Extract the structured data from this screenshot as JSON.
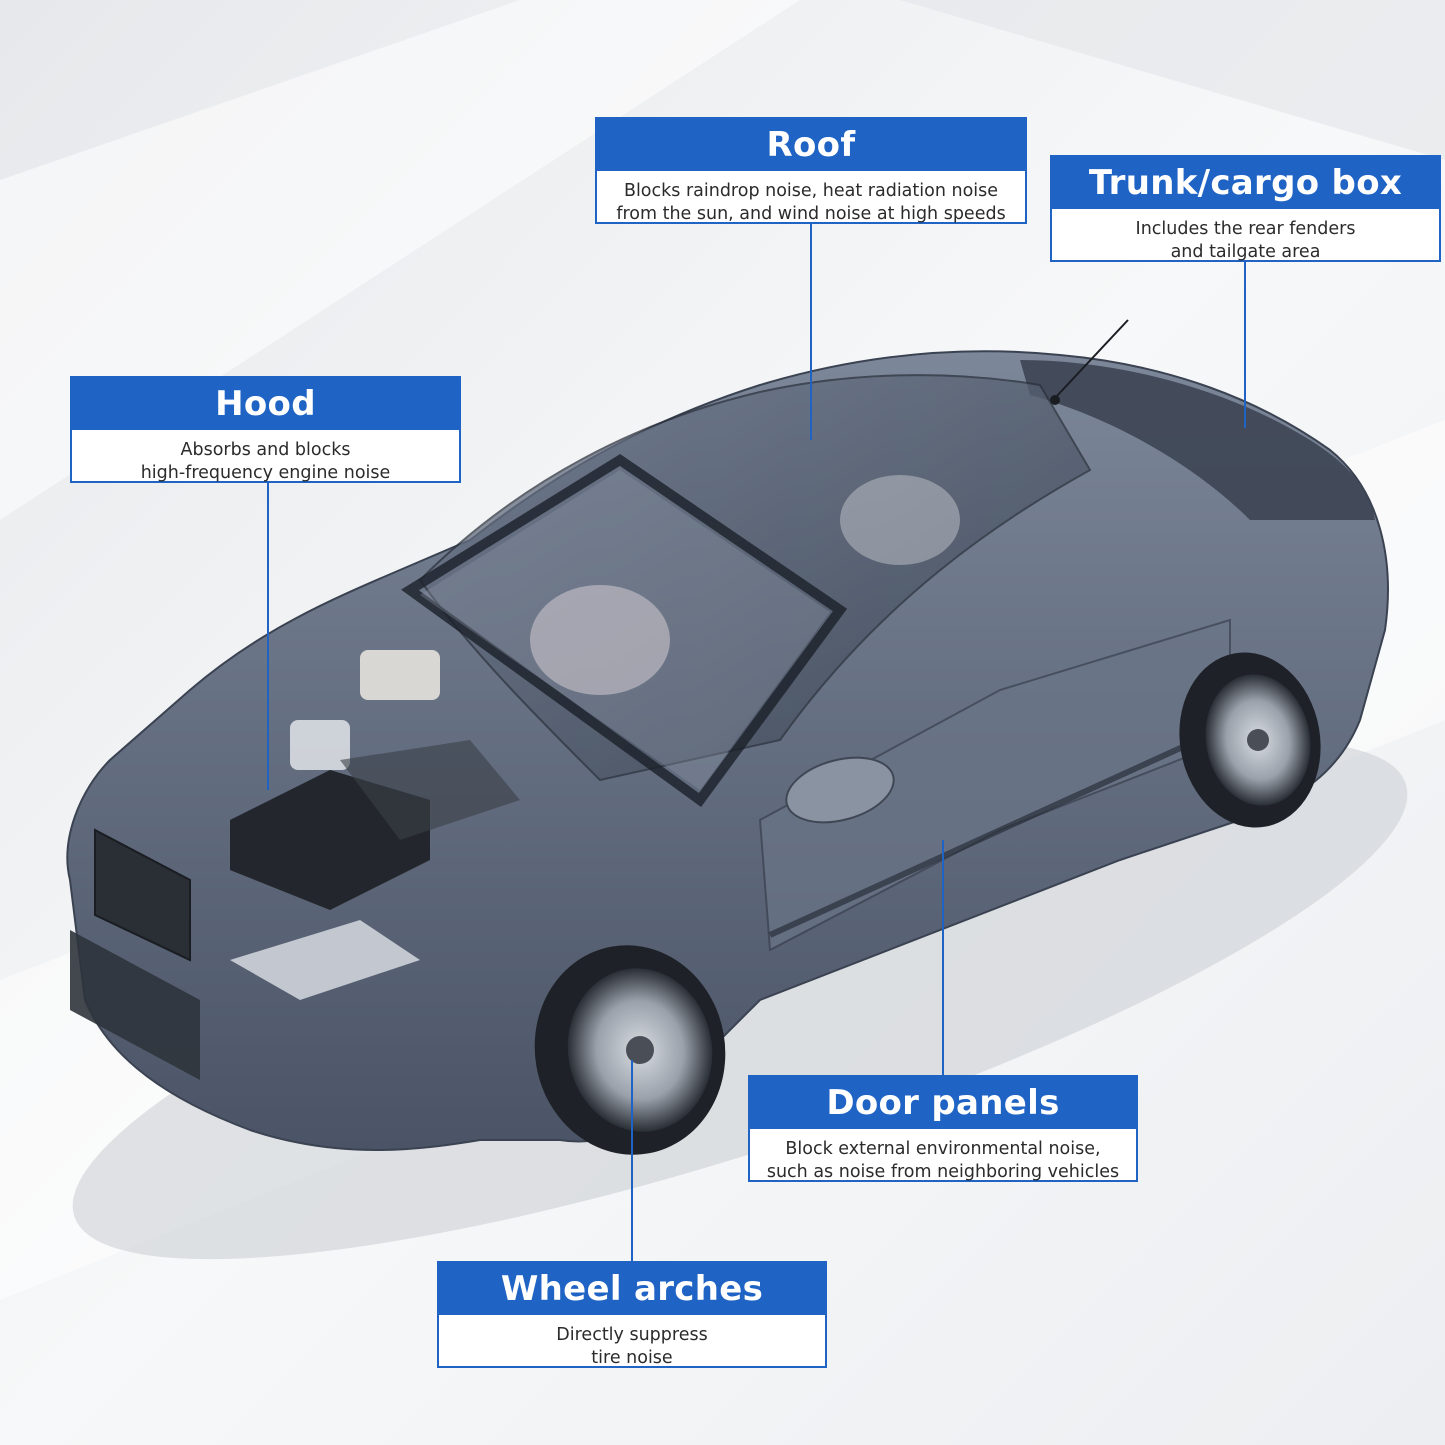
{
  "callouts": {
    "roof": {
      "title": "Roof",
      "lines": [
        "Blocks raindrop noise, heat radiation noise",
        "from the sun, and wind noise at high speeds"
      ]
    },
    "trunk": {
      "title": "Trunk/cargo box",
      "lines": [
        "Includes the rear fenders",
        "and tailgate area"
      ]
    },
    "hood": {
      "title": "Hood",
      "lines": [
        "Absorbs and blocks",
        "high-frequency engine noise"
      ]
    },
    "doors": {
      "title": "Door panels",
      "lines": [
        "Block external environmental noise,",
        "such as noise from neighboring vehicles"
      ]
    },
    "wheels": {
      "title": "Wheel arches",
      "lines": [
        "Directly suppress",
        "tire noise"
      ]
    }
  },
  "colors": {
    "accent": "#1f63c4",
    "car_body": "#5b6678",
    "background": "#f1f2f4"
  },
  "illustration": "cutaway-sedan-car"
}
